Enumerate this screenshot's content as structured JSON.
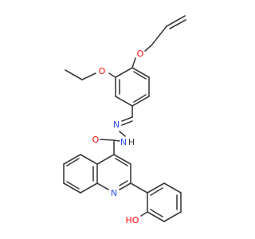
{
  "molecule": {
    "atoms": {
      "o_allyl": "O",
      "o_ethoxy": "O",
      "o_carbonyl": "O",
      "n_imine": "N",
      "n_amide": "N",
      "h_amide": "H",
      "n_quinoline": "N",
      "oh_phenol": "HO"
    }
  },
  "colors": {
    "bond": "#3c3c3c",
    "oxygen": "#ff0d0d",
    "nitrogen": "#3050f8",
    "hydrogen": "#3c3c3c"
  }
}
